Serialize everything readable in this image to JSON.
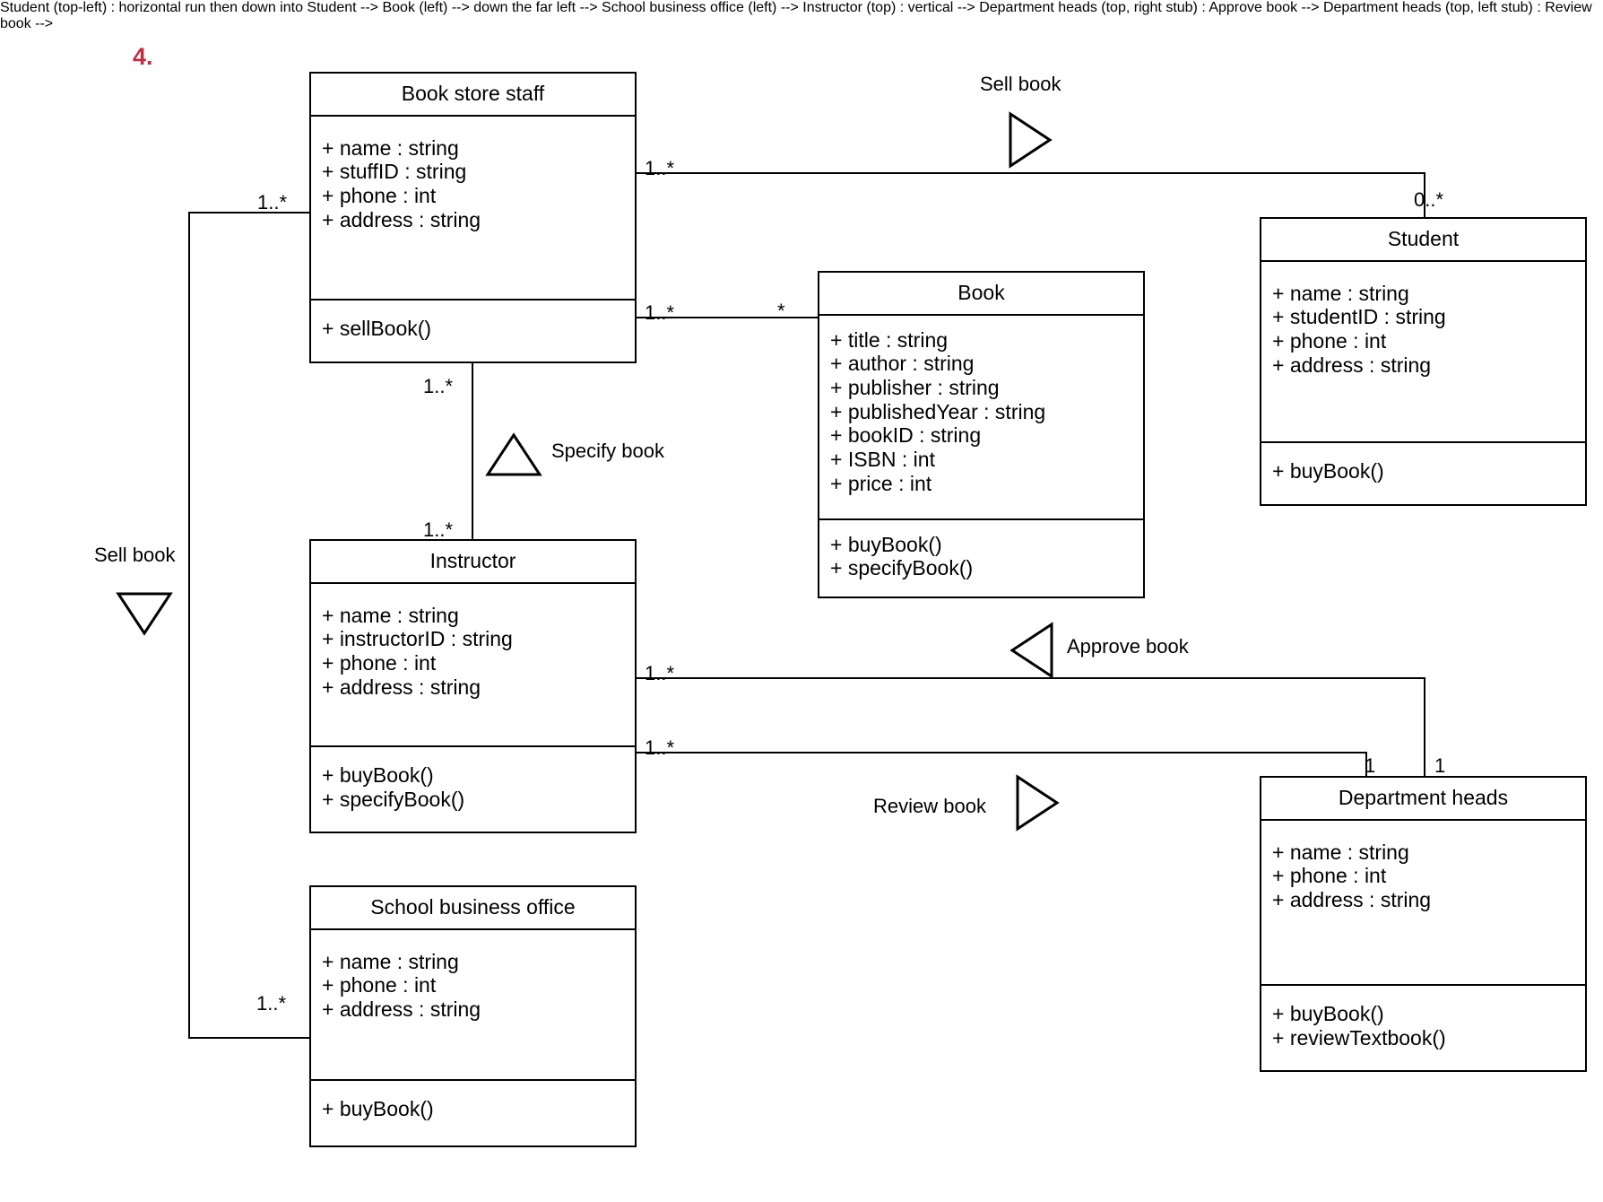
{
  "question_number": "4.",
  "diagram": {
    "type": "uml-class-diagram",
    "classes": [
      {
        "id": "book-store-staff",
        "name": "Book store staff",
        "attributes": [
          "+ name : string",
          "+ stuffID : string",
          "+ phone : int",
          "+ address : string"
        ],
        "operations": [
          "+ sellBook()"
        ]
      },
      {
        "id": "book",
        "name": "Book",
        "attributes": [
          "+ title : string",
          "+ author : string",
          "+ publisher : string",
          "+ publishedYear : string",
          "+ bookID : string",
          "+ ISBN : int",
          "+ price : int"
        ],
        "operations": [
          "+ buyBook()",
          "+ specifyBook()"
        ]
      },
      {
        "id": "student",
        "name": "Student",
        "attributes": [
          "+ name : string",
          "+ studentID : string",
          "+ phone : int",
          "+ address : string"
        ],
        "operations": [
          "+ buyBook()"
        ]
      },
      {
        "id": "instructor",
        "name": "Instructor",
        "attributes": [
          "+ name : string",
          "+ instructorID : string",
          "+ phone : int",
          "+ address : string"
        ],
        "operations": [
          "+ buyBook()",
          "+ specifyBook()"
        ]
      },
      {
        "id": "school-business-office",
        "name": "School business office",
        "attributes": [
          "+ name : string",
          "+ phone : int",
          "+ address : string"
        ],
        "operations": [
          "+ buyBook()"
        ]
      },
      {
        "id": "department-heads",
        "name": "Department heads",
        "attributes": [
          "+ name : string",
          "+ phone : int",
          "+ address : string"
        ],
        "operations": [
          "+ buyBook()",
          "+ reviewTextbook()"
        ]
      }
    ],
    "associations": [
      {
        "id": "staff-student-sell",
        "label": "Sell book",
        "direction": "right",
        "from": "book-store-staff",
        "to": "student",
        "from_multiplicity": "1..*",
        "to_multiplicity": "0..*"
      },
      {
        "id": "staff-book",
        "label": "",
        "direction": "none",
        "from": "book-store-staff",
        "to": "book",
        "from_multiplicity": "1..*",
        "to_multiplicity": "*"
      },
      {
        "id": "staff-instructor-specify",
        "label": "Specify book",
        "direction": "up",
        "from": "book-store-staff",
        "to": "instructor",
        "from_multiplicity": "1..*",
        "to_multiplicity": "1..*"
      },
      {
        "id": "staff-office-sell",
        "label": "Sell book",
        "direction": "down",
        "from": "book-store-staff",
        "to": "school-business-office",
        "from_multiplicity": "1..*",
        "to_multiplicity": "1..*"
      },
      {
        "id": "instructor-dept-approve",
        "label": "Approve book",
        "direction": "left",
        "from": "instructor",
        "to": "department-heads",
        "from_multiplicity": "1..*",
        "to_multiplicity": "1"
      },
      {
        "id": "instructor-dept-review",
        "label": "Review book",
        "direction": "right",
        "from": "instructor",
        "to": "department-heads",
        "from_multiplicity": "1..*",
        "to_multiplicity": "1"
      }
    ],
    "multiplicity_labels": {
      "staff_left": "1..*",
      "staff_right_top": "1..*",
      "staff_right_bottom": "1..*",
      "book_left": "*",
      "student_left": "0..*",
      "staff_bottom": "1..*",
      "instructor_top": "1..*",
      "instructor_right_top": "1..*",
      "instructor_right_bottom": "1..*",
      "office_left": "1..*",
      "dept_top_left": "1",
      "dept_top_right": "1"
    },
    "association_labels": {
      "sell_book_top": "Sell book",
      "sell_book_left": "Sell book",
      "specify_book": "Specify book",
      "approve_book": "Approve book",
      "review_book": "Review book"
    }
  },
  "colors": {
    "stroke": "#000000",
    "background": "#ffffff",
    "question_number": "#be2f45"
  }
}
